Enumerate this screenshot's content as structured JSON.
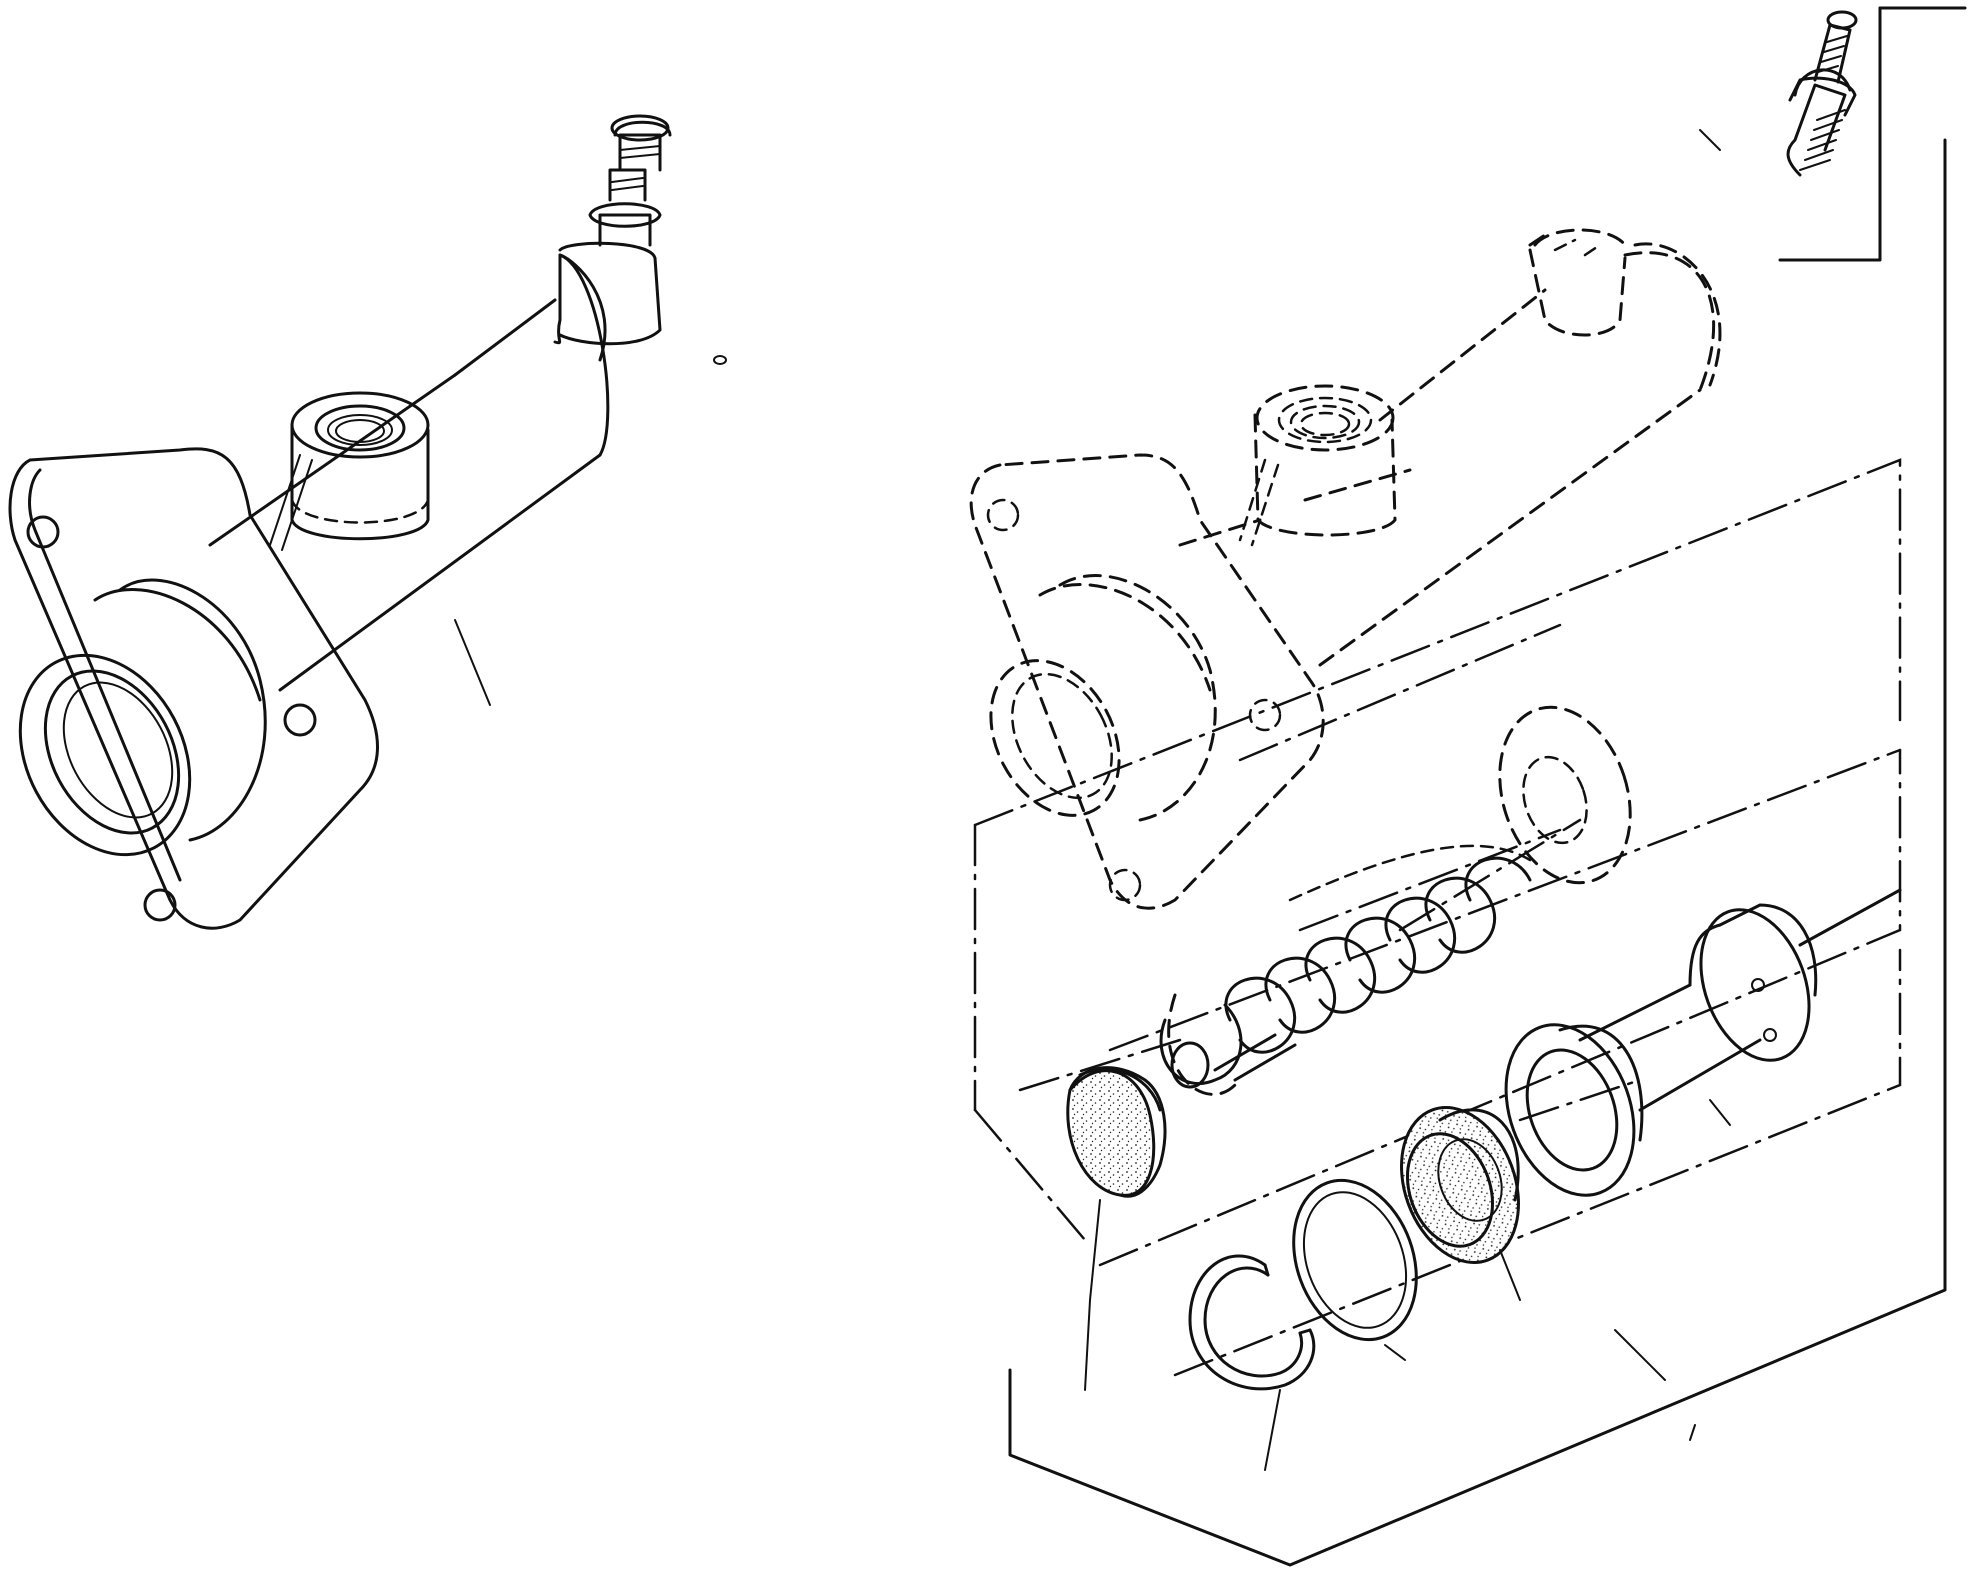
{
  "diagram": {
    "type": "exploded-parts-drawing",
    "style": {
      "line_color": "#111111",
      "background": "#ffffff"
    },
    "assemblies": [
      {
        "id": "assembled-master-cylinder",
        "parts": [
          "cylinder-body",
          "mounting-flange",
          "bleeder-screw",
          "inlet-port"
        ]
      },
      {
        "id": "exploded-master-cylinder",
        "parts": [
          "cylinder-body-phantom",
          "bleeder-screw",
          "washer",
          "return-spring",
          "end-cap",
          "circlip",
          "stop-ring",
          "piston-seal",
          "piston-ring",
          "piston"
        ]
      }
    ],
    "leader_lines": 9
  }
}
